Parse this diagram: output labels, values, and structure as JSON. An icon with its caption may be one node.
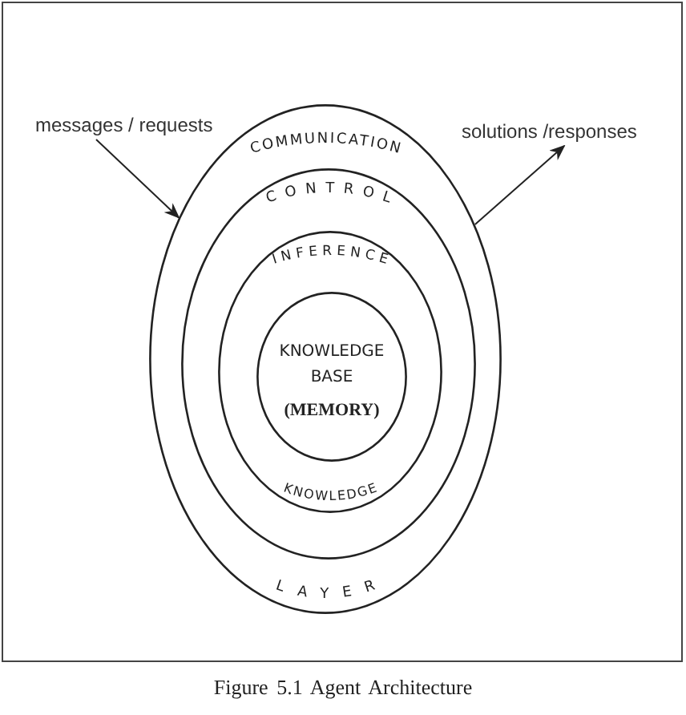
{
  "diagram": {
    "caption": "Figure 5.1 Agent Architecture",
    "nodes": [
      {
        "text": [
          "COMMUNICATION",
          "LAYER"
        ]
      },
      {
        "text": [
          "CONTROL"
        ],
        "in": 0
      },
      {
        "text": [
          "INFERENCE",
          "KNOWLEDGE"
        ],
        "in": 1
      },
      {
        "text": [
          "KNOWLEDGE BASE",
          "(MEMORY)"
        ],
        "in": 2
      },
      {
        "text": [
          "messages / requests"
        ]
      },
      {
        "text": [
          "solutions /responses"
        ]
      }
    ],
    "edges": [
      {
        "from": 4,
        "to": 0,
        "arrow": "to"
      },
      {
        "from": 0,
        "to": 5,
        "arrow": "to"
      }
    ]
  }
}
